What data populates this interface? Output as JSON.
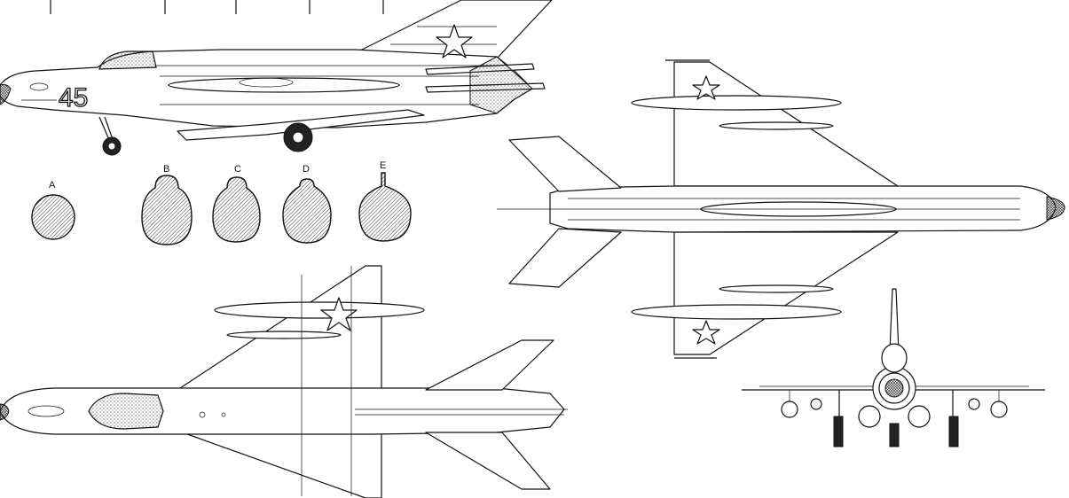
{
  "aircraft": {
    "side_number": "45"
  },
  "sections": [
    {
      "label": "A"
    },
    {
      "label": "B"
    },
    {
      "label": "C"
    },
    {
      "label": "D"
    },
    {
      "label": "E"
    }
  ],
  "colors": {
    "ink": "#111111",
    "paper": "#ffffff"
  },
  "icons": [
    "red-star-insignia",
    "cross-section-hatch"
  ]
}
